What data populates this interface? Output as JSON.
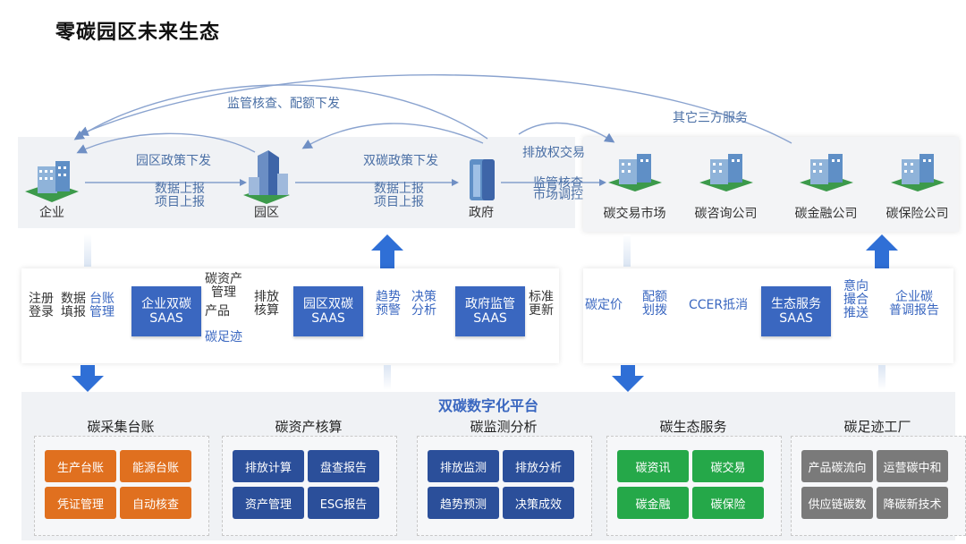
{
  "title": "零碳园区未来生态",
  "top_left": {
    "nodes": {
      "enterprise": "企业",
      "park": "园区",
      "government": "政府"
    },
    "arc_label": "监管核查、配额下发",
    "park_policy": "园区政策下发",
    "data_report_1": "数据上报",
    "project_report_1": "项目上报",
    "dual_policy": "双碳政策下发",
    "data_report_2": "数据上报",
    "project_report_2": "项目上报",
    "emission_trade": "排放权交易",
    "supervision_1": "监管核查",
    "supervision_2": "市场调控"
  },
  "top_right": {
    "arc_label": "其它三方服务",
    "nodes": [
      "碳交易市场",
      "碳咨询公司",
      "碳金融公司",
      "碳保险公司"
    ]
  },
  "middle_left": {
    "col1": [
      "注册",
      "登录"
    ],
    "col2": [
      "数据",
      "填报"
    ],
    "col3": [
      "台账",
      "管理"
    ],
    "saas1": [
      "企业双碳",
      "SAAS"
    ],
    "col4a": [
      "碳资产",
      "管理"
    ],
    "col4b": "产品",
    "col4c": "碳足迹",
    "col5": [
      "排放",
      "核算"
    ],
    "saas2": [
      "园区双碳",
      "SAAS"
    ],
    "col6": [
      "趋势",
      "预警"
    ],
    "col7": [
      "决策",
      "分析"
    ],
    "saas3": [
      "政府监管",
      "SAAS"
    ],
    "col8": [
      "标准",
      "更新"
    ]
  },
  "middle_right": {
    "col1": "碳定价",
    "col2": [
      "配额",
      "划拨"
    ],
    "col3": "CCER抵消",
    "saas": [
      "生态服务",
      "SAAS"
    ],
    "col4": [
      "意向",
      "撮合",
      "推送"
    ],
    "col5": [
      "企业碳",
      "普调报告"
    ]
  },
  "platform": {
    "title": "双碳数字化平台",
    "modules": [
      {
        "title": "碳采集台账",
        "color": "#e0701f",
        "chips": [
          "生产台账",
          "能源台账",
          "凭证管理",
          "自动核查"
        ]
      },
      {
        "title": "碳资产核算",
        "color": "#2b4f9a",
        "chips": [
          "排放计算",
          "盘查报告",
          "资产管理",
          "ESG报告"
        ]
      },
      {
        "title": "碳监测分析",
        "color": "#2b4f9a",
        "chips": [
          "排放监测",
          "排放分析",
          "趋势预测",
          "决策成效"
        ]
      },
      {
        "title": "碳生态服务",
        "color": "#25a849",
        "chips": [
          "碳资讯",
          "碳交易",
          "碳金融",
          "碳保险"
        ]
      },
      {
        "title": "碳足迹工厂",
        "color": "#7a7a7a",
        "chips": [
          "产品碳流向",
          "运营碳中和",
          "供应链碳数",
          "降碳新技术"
        ]
      }
    ]
  },
  "colors": {
    "accent": "#3a67c0",
    "arrow": "#2f6fd6",
    "orange": "#e0701f",
    "navy": "#2b4f9a",
    "green": "#25a849",
    "gray": "#7a7a7a"
  }
}
